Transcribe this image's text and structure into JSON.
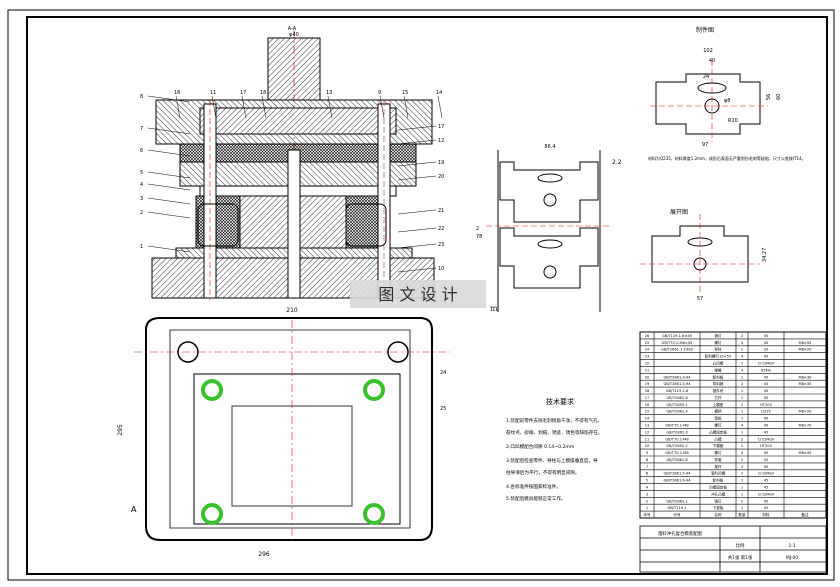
{
  "watermark": {
    "text": "图 文 设 计",
    "sub": "m"
  },
  "main_view": {
    "section_label": "A-A",
    "top_dim": "φ40",
    "part_numbers_left": [
      "8",
      "7",
      "6",
      "5",
      "4",
      "3",
      "2",
      "1"
    ],
    "part_numbers_top": [
      "16",
      "11",
      "17",
      "18",
      "13",
      "9",
      "15",
      "14"
    ],
    "part_numbers_right": [
      "17",
      "12",
      "19",
      "20",
      "21",
      "22",
      "23",
      "10"
    ]
  },
  "plan_view": {
    "dim_width": "210",
    "dim_height": "295",
    "dim_bottom": "296",
    "section_mark": "A",
    "part_numbers": [
      "24",
      "25"
    ]
  },
  "strip_layout": {
    "dim_top": "86.4",
    "dim_side": "2.2",
    "dim_pitch_a": "2",
    "dim_pitch_b": "78"
  },
  "part_drawing": {
    "title": "制件图",
    "dim_overall": "102",
    "dim_inner": "40",
    "dim_slot": "24",
    "dim_hole": "φ8",
    "dim_radius": "R10",
    "dim_bottom": "97",
    "dim_right_a": "56",
    "dim_right_b": "60",
    "note": "材料为Q235，材料厚度1.2mm，成形后表面无严重划伤毛刺等缺陷，尺寸公差按IT14。"
  },
  "blank_drawing": {
    "title": "展开图",
    "dim_bottom": "57",
    "dim_side": "34.27"
  },
  "tech_requirements": {
    "title": "技术要求",
    "items": [
      "1.装配前零件去除毛刺锐角干净，不得有气孔、",
      "裂纹点、砂眼、划痕、锈迹、锈色等缺陷存在。",
      "2.凸凹模配合间隙  0.14~0.2mm",
      "3.装配后检查零件、导柱与上模座垂直度，导",
      "柱导滑后为平行，不得有明显间隙。",
      "4.各标准件按国家标准件。",
      "5.装配后模具能够正常工作。"
    ]
  },
  "bom": {
    "rows": [
      {
        "no": "26",
        "code": "GB/T119.1-8×40",
        "name": "销钉",
        "qty": "2",
        "mat": "45",
        "note": ""
      },
      {
        "no": "25",
        "code": "GB/T70.1-M8×55",
        "name": "螺钉",
        "qty": "4",
        "mat": "45",
        "note": "M8×55"
      },
      {
        "no": "24",
        "code": "GB/T2861.1-1999",
        "name": "导柱",
        "qty": "2",
        "mat": "20",
        "note": "M8×20"
      },
      {
        "no": "23",
        "code": "",
        "name": "卸料螺钉10×55",
        "qty": "4",
        "mat": "45",
        "note": ""
      },
      {
        "no": "22",
        "code": "",
        "name": "凸凹模",
        "qty": "1",
        "mat": "Cr12MoV",
        "note": ""
      },
      {
        "no": "21",
        "code": "",
        "name": "弹簧",
        "qty": "4",
        "mat": "65Mn",
        "note": ""
      },
      {
        "no": "20",
        "code": "GB/T2861.3-94",
        "name": "卸料板",
        "qty": "1",
        "mat": "45",
        "note": "M8×30"
      },
      {
        "no": "19",
        "code": "GB/T2861.3-94",
        "name": "导料销",
        "qty": "2",
        "mat": "45",
        "note": "M8×30"
      },
      {
        "no": "18",
        "code": "GB/T119.1-8",
        "name": "推件块",
        "qty": "1",
        "mat": "45",
        "note": ""
      },
      {
        "no": "17",
        "code": "GB/T2861.6",
        "name": "打杆",
        "qty": "1",
        "mat": "45",
        "note": ""
      },
      {
        "no": "16",
        "code": "GB/T2855.1",
        "name": "上模座",
        "qty": "1",
        "mat": "HT200",
        "note": ""
      },
      {
        "no": "15",
        "code": "GB/T2861.4",
        "name": "模柄",
        "qty": "1",
        "mat": "Q235",
        "note": "M8×20"
      },
      {
        "no": "14",
        "code": "",
        "name": "垫板",
        "qty": "1",
        "mat": "45",
        "note": ""
      },
      {
        "no": "13",
        "code": "GB/T70.1-M8",
        "name": "螺钉",
        "qty": "4",
        "mat": "45",
        "note": "M8×70"
      },
      {
        "no": "12",
        "code": "GB/T2861.3",
        "name": "凸模固定板",
        "qty": "1",
        "mat": "45",
        "note": ""
      },
      {
        "no": "11",
        "code": "GB/T70.1-M8",
        "name": "凸模",
        "qty": "2",
        "mat": "Cr12MoV",
        "note": ""
      },
      {
        "no": "10",
        "code": "GB/T2855.2",
        "name": "下模座",
        "qty": "1",
        "mat": "HT200",
        "note": ""
      },
      {
        "no": "9",
        "code": "GB/T70.1-M8",
        "name": "螺钉",
        "qty": "4",
        "mat": "45",
        "note": "M8×45"
      },
      {
        "no": "8",
        "code": "GB/T2861.8",
        "name": "导套",
        "qty": "2",
        "mat": "20",
        "note": ""
      },
      {
        "no": "7",
        "code": "",
        "name": "推杆",
        "qty": "3",
        "mat": "45",
        "note": ""
      },
      {
        "no": "6",
        "code": "GB/T2861.5-94",
        "name": "落料凹模",
        "qty": "1",
        "mat": "Cr12MoV",
        "note": ""
      },
      {
        "no": "5",
        "code": "GB/T2861.6-94",
        "name": "卸料板",
        "qty": "1",
        "mat": "45",
        "note": ""
      },
      {
        "no": "4",
        "code": "",
        "name": "凹模固定板",
        "qty": "1",
        "mat": "45",
        "note": ""
      },
      {
        "no": "3",
        "code": "",
        "name": "冲孔凸模",
        "qty": "1",
        "mat": "Cr12MoV",
        "note": ""
      },
      {
        "no": "2",
        "code": "GB/T2861.1",
        "name": "销钉",
        "qty": "2",
        "mat": "45",
        "note": ""
      },
      {
        "no": "1",
        "code": "GB/T119.1",
        "name": "下垫板",
        "qty": "1",
        "mat": "45",
        "note": ""
      }
    ],
    "header": {
      "no": "序号",
      "code": "代号",
      "name": "名称",
      "qty": "数量",
      "mat": "材料",
      "note": "备注"
    }
  },
  "title_block": {
    "drawing_title": "落料冲孔复合模装配图",
    "scale_label": "比例",
    "scale": "1:1",
    "sheet": "共1张 第1张",
    "code": "MJ-00"
  },
  "colors": {
    "line": "#000000",
    "centerline": "#e0201a",
    "guide_highlight": "#39c12b",
    "hatch": "#000000",
    "watermark_bg": "#d8d8d8"
  }
}
